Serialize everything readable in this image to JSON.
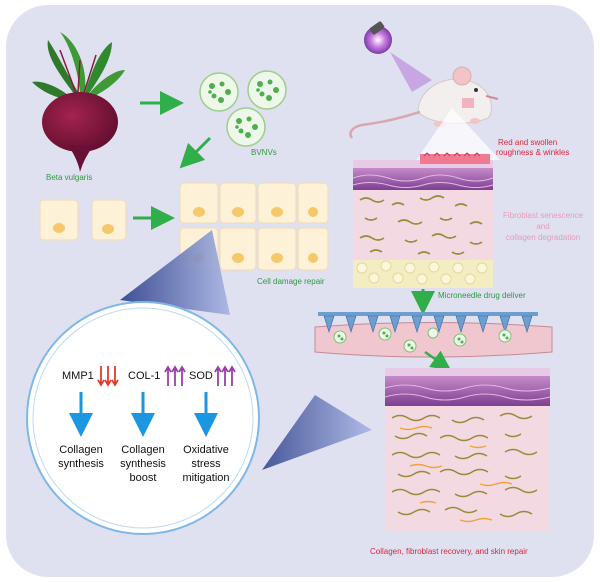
{
  "labels": {
    "beta_vulgaris": "Beta vulgaris",
    "bvnvs": "BVNVs",
    "cell_damage_repair": "Cell damage repair",
    "red_swollen_line1": "Red and swollen",
    "red_swollen_line2": "roughness & winkles",
    "fibroblast_line1": "Fibroblast senescence",
    "fibroblast_line2": "and",
    "fibroblast_line3": "collagen degradation",
    "microneedle": "Microneedle drug deliver",
    "outcome": "Collagen, fibroblast recovery, and skin repair"
  },
  "markers": [
    {
      "name": "MMP1",
      "direction": "down",
      "color": "#e23b2b",
      "effect": "Collagen\nsynthesis"
    },
    {
      "name": "COL-1",
      "direction": "up",
      "color": "#9b3fa8",
      "effect": "Collagen\nsynthesis\nboost"
    },
    {
      "name": "SOD",
      "direction": "up",
      "color": "#9b3fa8",
      "effect": "Oxidative\nstress\nmitigation"
    }
  ],
  "colors": {
    "background": "#dfe1f1",
    "arrow_green": "#2fae4a",
    "arrow_blue": "#1a97e0",
    "cell_fill": "#fdf1d8",
    "epidermis": "#9a5ea8",
    "dermis": "#f3d9e2",
    "fat": "#f4edc2",
    "beet": "#7a1238"
  }
}
